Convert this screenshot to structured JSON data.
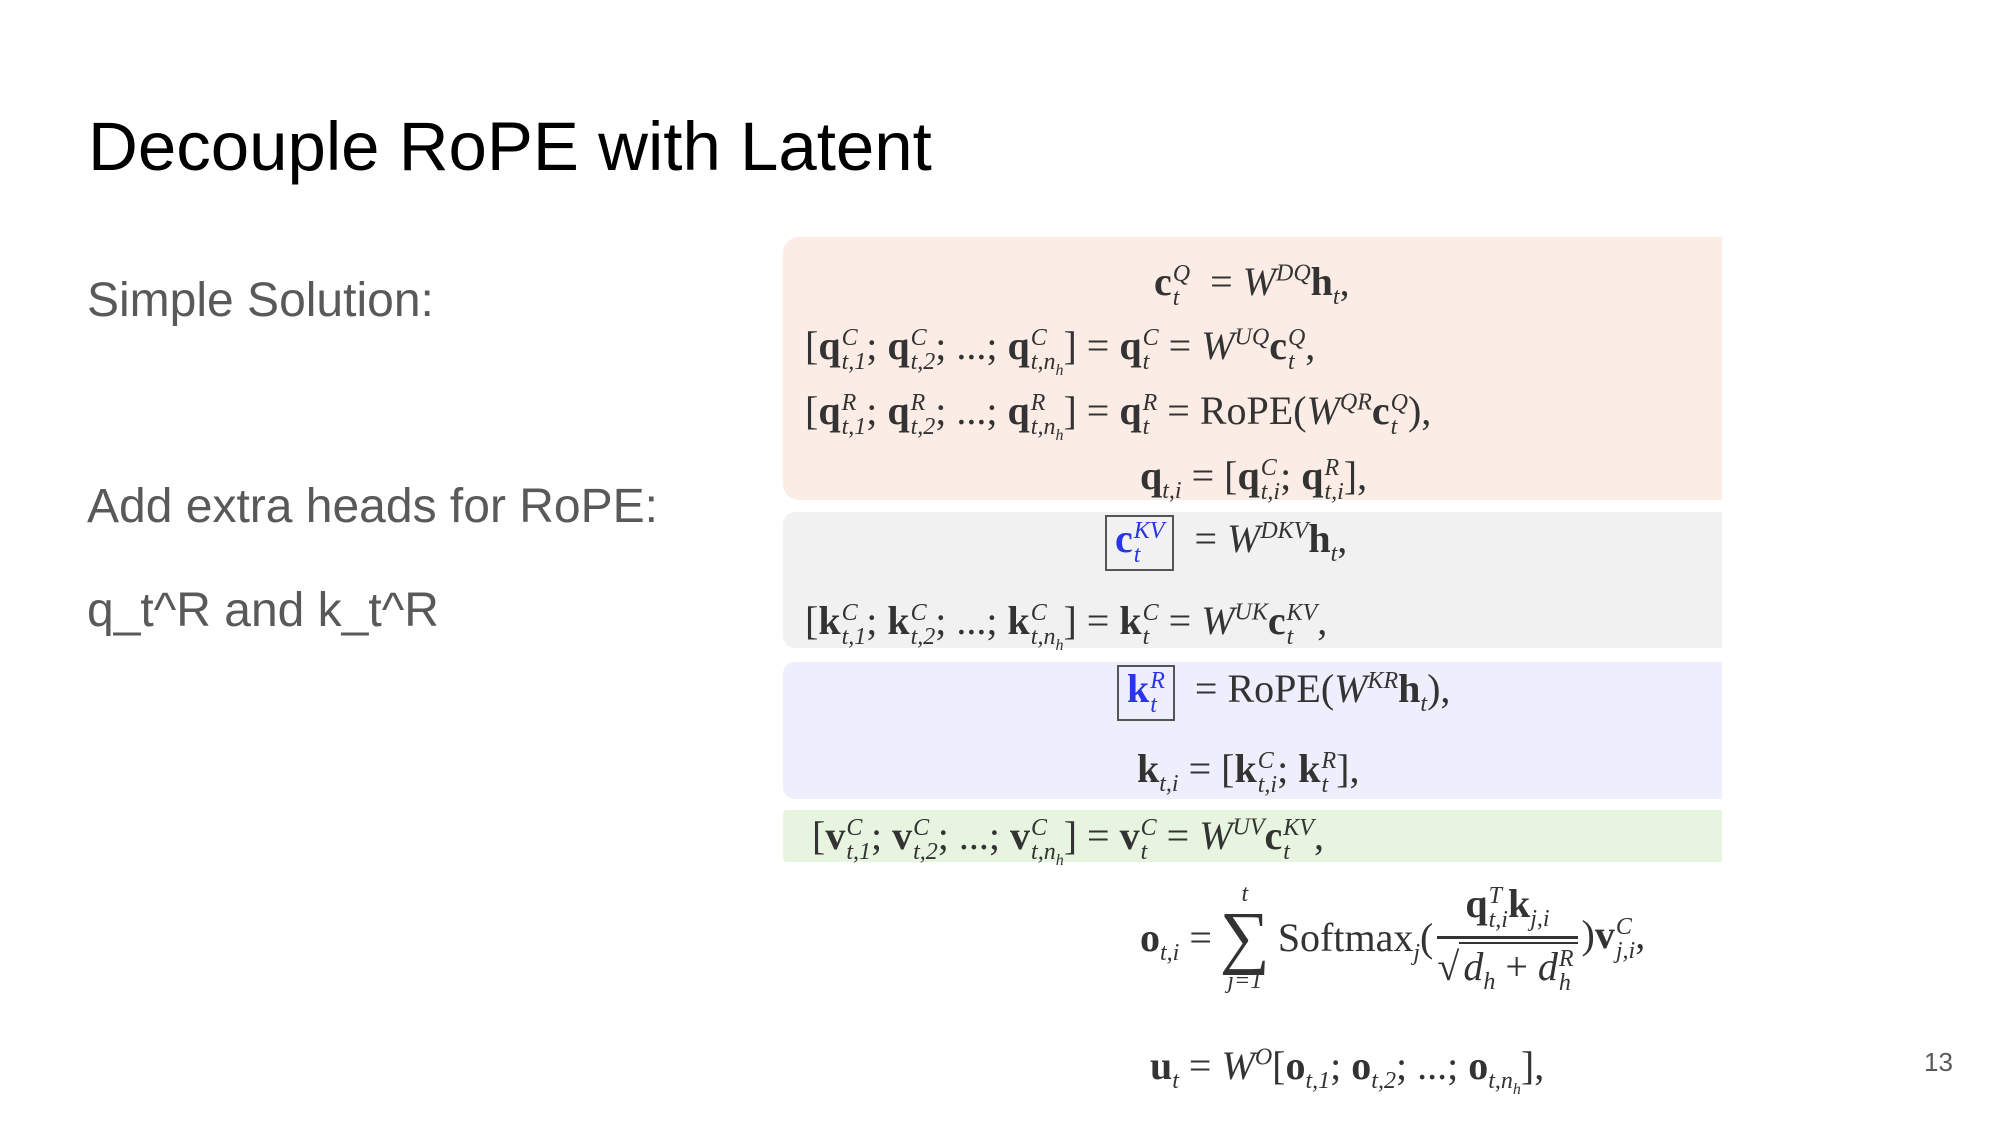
{
  "slide": {
    "title": "Decouple RoPE with Latent",
    "body": [
      "Simple Solution:",
      "Add extra heads for RoPE:",
      "q_t^R and k_t^R"
    ],
    "page_number": "13"
  },
  "equations": {
    "query_block": {
      "background": "#fbece6",
      "rows": [
        {
          "lhs": "",
          "mid": "c_t^Q",
          "rhs": "W^{DQ} h_t,"
        },
        {
          "lhs": "[q^C_{t,1}; q^C_{t,2}; ...; q^C_{t,n_h}]",
          "mid": "q_t^C",
          "rhs": "W^{UQ} c_t^Q,"
        },
        {
          "lhs": "[q^R_{t,1}; q^R_{t,2}; ...; q^R_{t,n_h}]",
          "mid": "q_t^R",
          "rhs": "RoPE(W^{QR} c_t^Q),"
        },
        {
          "lhs": "",
          "mid": "q_{t,i}",
          "rhs": "[q^C_{t,i}; q^R_{t,i}],"
        }
      ]
    },
    "kv_block": {
      "background": "#f1f1f1",
      "rows": [
        {
          "lhs": "",
          "mid": "c_t^{KV}",
          "rhs": "W^{DKV} h_t,",
          "highlight": true
        },
        {
          "lhs": "[k^C_{t,1}; k^C_{t,2}; ...; k^C_{t,n_h}]",
          "mid": "k_t^C",
          "rhs": "W^{UK} c_t^{KV},"
        }
      ]
    },
    "key_rope_block": {
      "background": "#eeeefc",
      "rows": [
        {
          "lhs": "",
          "mid": "k_t^R",
          "rhs": "RoPE(W^{KR} h_t),",
          "highlight": true
        },
        {
          "lhs": "",
          "mid": "k_{t,i}",
          "rhs": "[k^C_{t,i}; k^R_t],"
        }
      ]
    },
    "value_block": {
      "background": "#e6f4e0",
      "rows": [
        {
          "lhs": "[v^C_{t,1}; v^C_{t,2}; ...; v^C_{t,n_h}]",
          "mid": "v_t^C",
          "rhs": "W^{UV} c_t^{KV},"
        }
      ]
    },
    "output_rows": [
      {
        "mid": "o_{t,i}",
        "rhs": "sum_{j=1}^{t} Softmax_j( q^T_{t,i} k_{j,i} / sqrt(d_h + d^R_h) ) v^C_{j,i},"
      },
      {
        "mid": "u_t",
        "rhs": "W^O [o_{t,1}; o_{t,2}; ...; o_{t,n_h}],"
      }
    ],
    "highlight_color": "#2a35e6",
    "text": {
      "rope": "RoPE",
      "softmax": "Softmax",
      "ellipsis": "...",
      "sum_upper": "t",
      "sum_lower": "j=1"
    }
  }
}
